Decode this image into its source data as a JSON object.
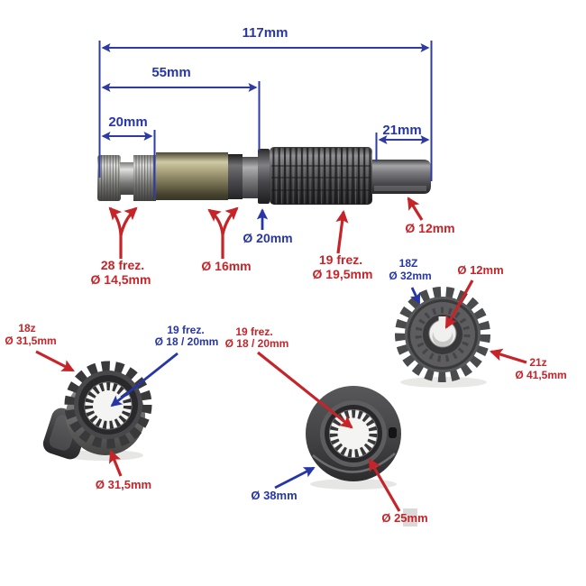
{
  "colors": {
    "dimension_blue": "#2636a8",
    "annotation_red": "#c62428"
  },
  "dimensions": {
    "total_length": "117mm",
    "mid_length": "55mm",
    "left_spline_length": "20mm",
    "right_end_length": "21mm"
  },
  "shaft": {
    "left_spline_count": "28 frez.",
    "left_spline_dia": "Ø 14,5mm",
    "body_dia": "Ø 16mm",
    "flange_dia": "Ø 20mm",
    "main_spline_count": "19 frez.",
    "main_spline_dia": "Ø 19,5mm",
    "tip_dia": "Ø 12mm"
  },
  "pinion_gear": {
    "inner_teeth": "18Z",
    "inner_dia": "Ø 32mm",
    "bore_dia": "Ø 12mm",
    "outer_teeth": "21z",
    "outer_dia": "Ø 41,5mm"
  },
  "ratchet": {
    "teeth_count": "18z",
    "teeth_dia": "Ø 31,5mm",
    "spline_count": "19 frez.",
    "spline_dia": "Ø 18 / 20mm",
    "outer_dia": "Ø 31,5mm"
  },
  "washer": {
    "spline_count": "19 frez.",
    "spline_dia": "Ø 18 / 20mm",
    "outer_dia": "Ø 38mm",
    "hub_dia": "Ø 25mm"
  }
}
